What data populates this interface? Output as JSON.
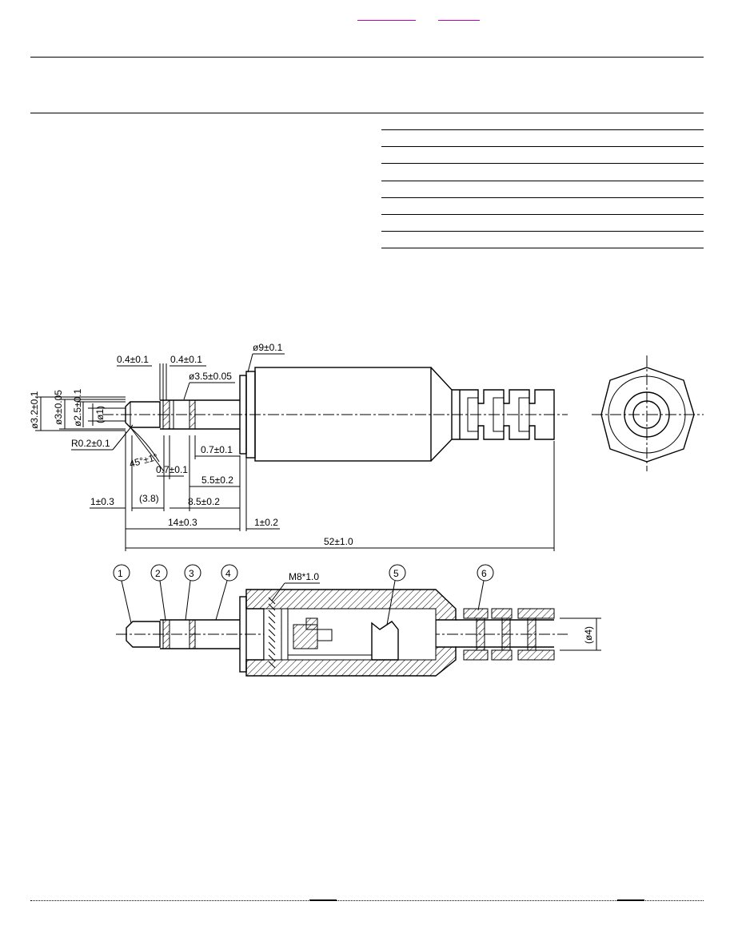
{
  "drawing": {
    "dimensions": {
      "d_0_4_a": "0.4±0.1",
      "d_0_4_b": "0.4±0.1",
      "d_phi9": "ø9±0.1",
      "d_phi3_5": "ø3.5±0.05",
      "d_phi3_2": "ø3.2±0.1",
      "d_phi3": "ø3±0.05",
      "d_phi2_5": "ø2.5±0.1",
      "d_phi1": "(ø1)",
      "d_r0_2": "R0.2±0.1",
      "d_angle": "45°±1°",
      "d_0_7_a": "0.7±0.1",
      "d_0_7_b": "0.7±0.1",
      "d_5_5": "5.5±0.2",
      "d_1_0_3": "1±0.3",
      "d_3_8": "(3.8)",
      "d_8_5": "8.5±0.2",
      "d_14": "14±0.3",
      "d_1_0_2": "1±0.2",
      "d_52": "52±1.0",
      "d_phi4": "(ø4)",
      "d_m8": "M8*1.0"
    },
    "callouts": [
      "1",
      "2",
      "3",
      "4",
      "5",
      "6"
    ]
  }
}
